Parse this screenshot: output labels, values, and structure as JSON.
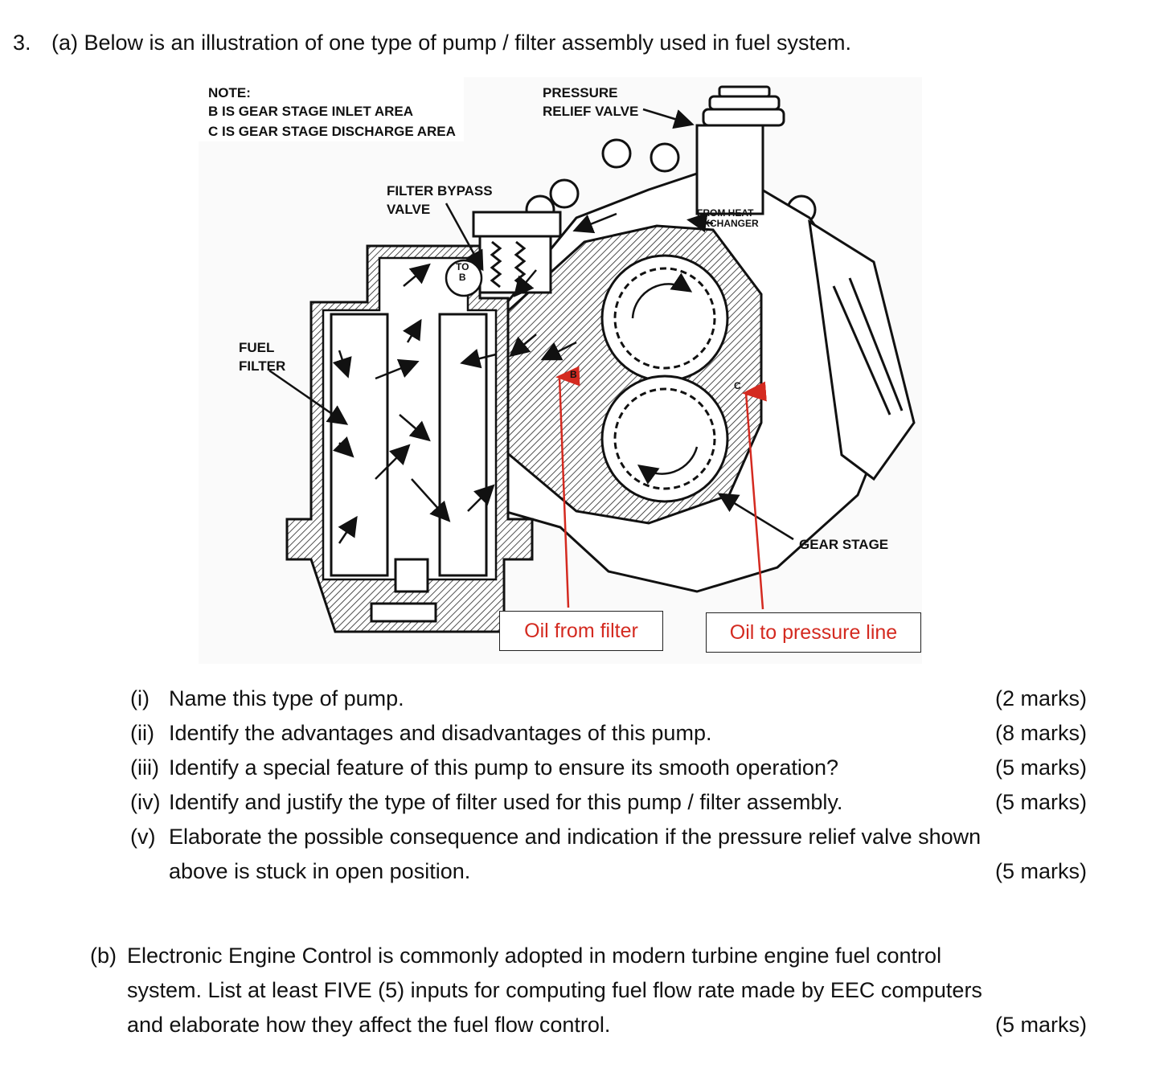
{
  "question": {
    "number": "3.",
    "part_a_intro": "(a) Below is an illustration of one type of pump / filter assembly used in fuel system."
  },
  "figure": {
    "note_title": "NOTE:",
    "note_b": "B IS GEAR STAGE INLET AREA",
    "note_c": "C IS GEAR STAGE DISCHARGE AREA",
    "pressure_relief_valve": "PRESSURE\nRELIEF VALVE",
    "filter_bypass_valve": "FILTER BYPASS\nVALVE",
    "from_heat_exchanger": "FROM HEAT\nEXCHANGER",
    "to_b": "TO\nB",
    "fuel_filter": "FUEL\nFILTER",
    "gear_stage": "GEAR STAGE",
    "marker_b": "B",
    "marker_c": "C",
    "callout_oil_from_filter": "Oil from filter",
    "callout_oil_to_pressure_line": "Oil to pressure line"
  },
  "subquestions": [
    {
      "label": "(i)",
      "text": "Name this type of pump.",
      "marks": "(2 marks)"
    },
    {
      "label": "(ii)",
      "text": "Identify the advantages and disadvantages of this pump.",
      "marks": "(8 marks)"
    },
    {
      "label": "(iii)",
      "text": "Identify a special feature of this pump to ensure its smooth operation?",
      "marks": "(5 marks)"
    },
    {
      "label": "(iv)",
      "text": "Identify and justify the type of filter used for this pump / filter assembly.",
      "marks": "(5 marks)"
    },
    {
      "label": "(v)",
      "text": "Elaborate the possible consequence and indication if the pressure relief valve shown",
      "text_cont": "above is stuck in open position.",
      "marks": "(5 marks)"
    }
  ],
  "part_b": {
    "label": "(b)",
    "line1": "Electronic Engine Control is commonly adopted in modern turbine engine fuel control",
    "line2": "system.  List at least FIVE (5) inputs for computing fuel flow rate made by EEC computers",
    "line3": "and elaborate how they affect the fuel flow control.",
    "marks": "(5 marks)"
  },
  "colors": {
    "callout_text": "#d42a20",
    "pointer_arrow": "#d42a20"
  }
}
